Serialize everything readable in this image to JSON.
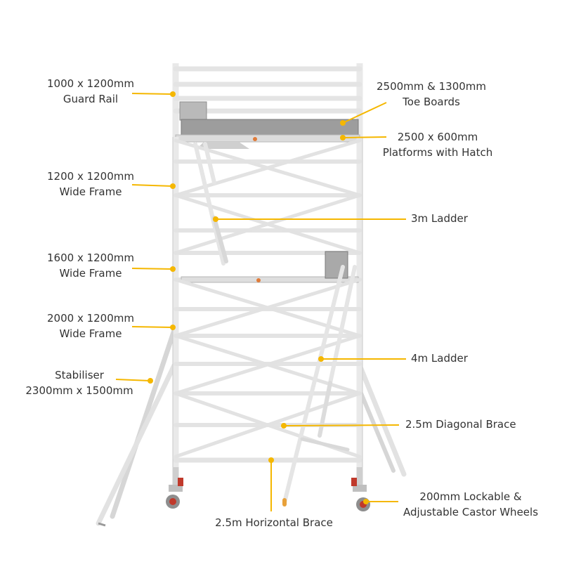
{
  "colors": {
    "leader": "#f5b700",
    "frame": "#e9e9e9",
    "frame_edge": "#c4c4c4",
    "steel": "#9a9a9a",
    "wheel": "#c0392b",
    "text": "#333333"
  },
  "labels": {
    "guard_rail": {
      "line1": "1000 x 1200mm",
      "line2": "Guard Rail"
    },
    "toe_boards": {
      "line1": "2500mm & 1300mm",
      "line2": "Toe Boards"
    },
    "platforms": {
      "line1": "2500 x 600mm",
      "line2": "Platforms with Hatch"
    },
    "frame_1200": {
      "line1": "1200 x 1200mm",
      "line2": "Wide Frame"
    },
    "ladder_3m": {
      "line1": "3m Ladder"
    },
    "frame_1600": {
      "line1": "1600 x 1200mm",
      "line2": "Wide Frame"
    },
    "frame_2000": {
      "line1": "2000 x 1200mm",
      "line2": "Wide Frame"
    },
    "ladder_4m": {
      "line1": "4m Ladder"
    },
    "stabiliser": {
      "line1": "Stabiliser",
      "line2": "2300mm x 1500mm"
    },
    "diagonal_brace": {
      "line1": "2.5m Diagonal Brace"
    },
    "horizontal_brace": {
      "line1": "2.5m Horizontal Brace"
    },
    "castor_wheels": {
      "line1": "200mm Lockable &",
      "line2": "Adjustable Castor Wheels"
    }
  }
}
